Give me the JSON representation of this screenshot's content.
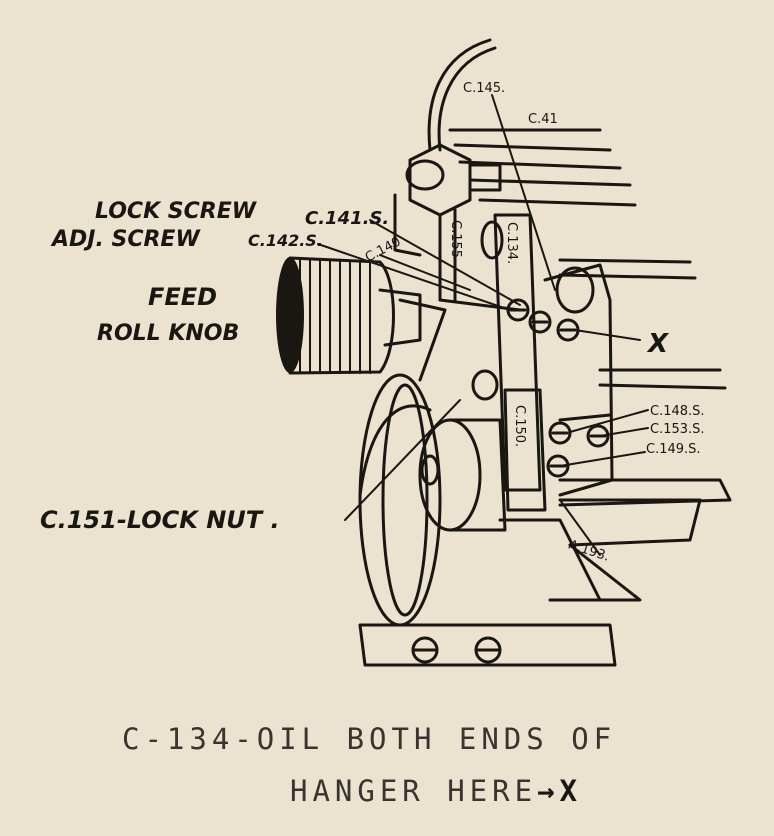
{
  "labels": {
    "lock_screw": "LOCK  SCREW",
    "lock_screw_part": "C.141.S.",
    "adj_screw": "ADJ. SCREW",
    "adj_screw_part": "C.142.S.",
    "feed_line1": "FEED",
    "feed_line2": "ROLL KNOB",
    "c151": "C.151-LOCK NUT .",
    "c145": "C.145.",
    "c41": "C.41",
    "c155": "C.155",
    "c134": "C.134.",
    "c140": "C.140",
    "c150": "C.150.",
    "c148": "C.148.S.",
    "c153": "C.153.S.",
    "c149": "C.149.S.",
    "a193": "A.193.",
    "x_mark": "X"
  },
  "caption": {
    "line1": "C-134-OIL BOTH ENDS OF",
    "line2": "HANGER HERE",
    "line2_arrow": "→",
    "line2_x": "X"
  }
}
